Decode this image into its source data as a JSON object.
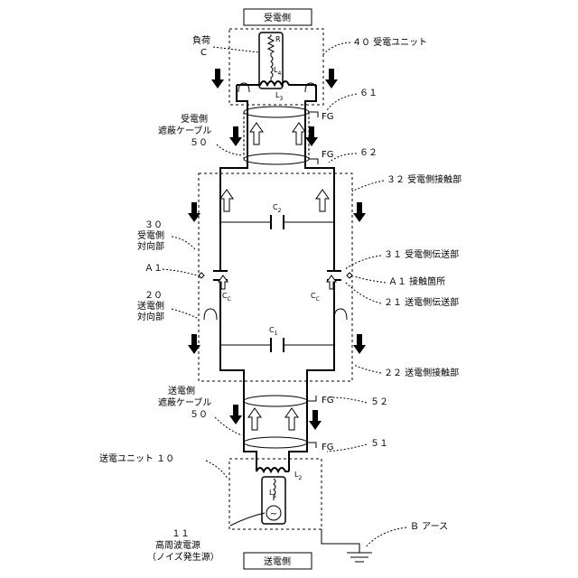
{
  "labels": {
    "top_box": "受電側",
    "bottom_box": "送電側",
    "load_1": "負荷",
    "load_2": "C",
    "resistor_R": "R",
    "coil_L4": "L",
    "coil_L4_sub": "4",
    "coil_L3": "L",
    "coil_L3_sub": "3",
    "coil_L2": "L",
    "coil_L2_sub": "2",
    "coil_L1": "L",
    "coil_L1_sub": "1",
    "cap_C2": "C",
    "cap_C2_sub": "2",
    "cap_C1": "C",
    "cap_C1_sub": "1",
    "cap_Cc_left": "C",
    "cap_Cc_left_sub": "C",
    "cap_Cc_right": "C",
    "cap_Cc_right_sub": "C",
    "unit40": "４０ 受電ユニット",
    "n61": "６１",
    "n62": "６２",
    "fg1": "FG",
    "fg2": "FG",
    "fg3": "FG",
    "fg4": "FG",
    "cable_top_1": "受電側",
    "cable_top_2": "遮蔽ケーブル",
    "cable_top_3": "５０",
    "contact32": "３２ 受電側接触部",
    "part30_1": "３０",
    "part30_2": "受電側",
    "part30_3": "対向部",
    "a1_left": "Ａ１",
    "part31": "３１ 受電側伝送部",
    "a1_right": "Ａ１ 接触箇所",
    "part21": "２１ 送電側伝送部",
    "part20_1": "２０",
    "part20_2": "送電側",
    "part20_3": "対向部",
    "contact22": "２２ 送電側接触部",
    "cable_bot_1": "送電側",
    "cable_bot_2": "遮蔽ケーブル",
    "cable_bot_3": "５０",
    "n52": "５２",
    "n51": "５１",
    "unit10": "送電ユニット １０",
    "src_1": "１１",
    "src_2": "高周波電源",
    "src_3": "（ノイズ発生源）",
    "earth": "Ｂ アース",
    "ac_symbol": "~"
  }
}
